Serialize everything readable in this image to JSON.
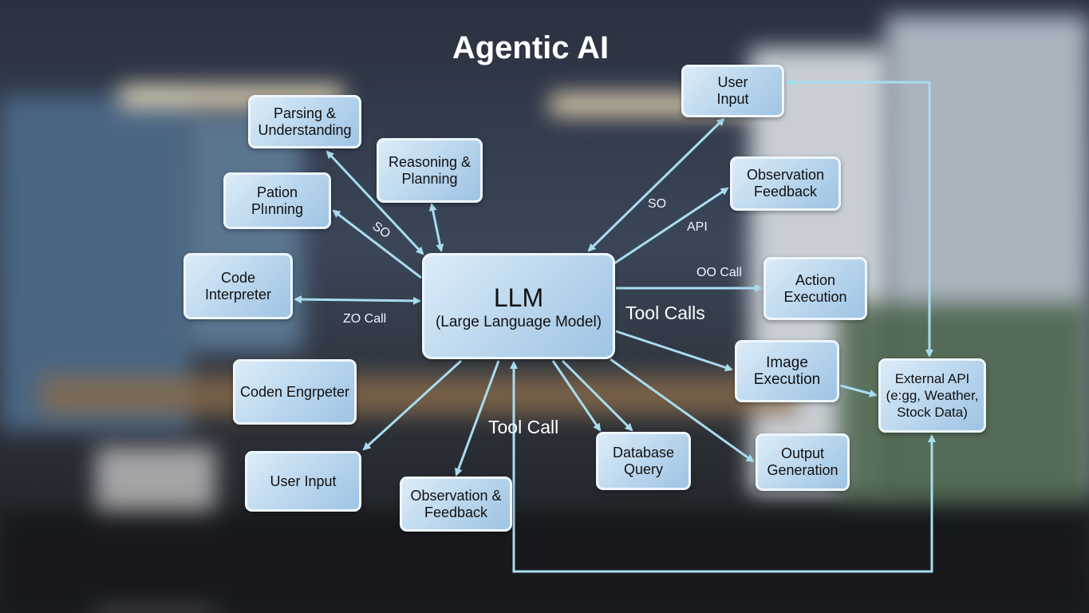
{
  "title": "Agentic AI",
  "colors": {
    "arrow": "#a8dcef",
    "box": "#b5d3ec"
  },
  "nodes": {
    "llm_title": "LLM",
    "llm_sub": "(Large Language Model)",
    "parsing": "Parsing &\nUnderstanding",
    "reasoning": "Reasoning &\nPlanning",
    "pation": "Pation\nPlınning",
    "code_interpreter": "Code\nInterpreter",
    "coden": "Coden Engrpeter",
    "user_input_bottom": "User Input",
    "observation_feedback_bottom": "Observation &\nFeedback",
    "database": "Database\nQuery",
    "output": "Output\nGeneration",
    "user_input_top": "User\nInput",
    "observation_feedback_top": "Observation\nFeedback",
    "action": "Action\nExecution",
    "image": "Image\nExecution",
    "external": "External API\n(e:gg, Weather,\nStock Data)"
  },
  "edge_labels": {
    "so_left": "SO",
    "zo_call": "ZO Call",
    "so_right": "SO",
    "api": "API",
    "oo_call": "OO Call",
    "tool_calls": "Tool Calls",
    "tool_call": "Tool Call"
  }
}
